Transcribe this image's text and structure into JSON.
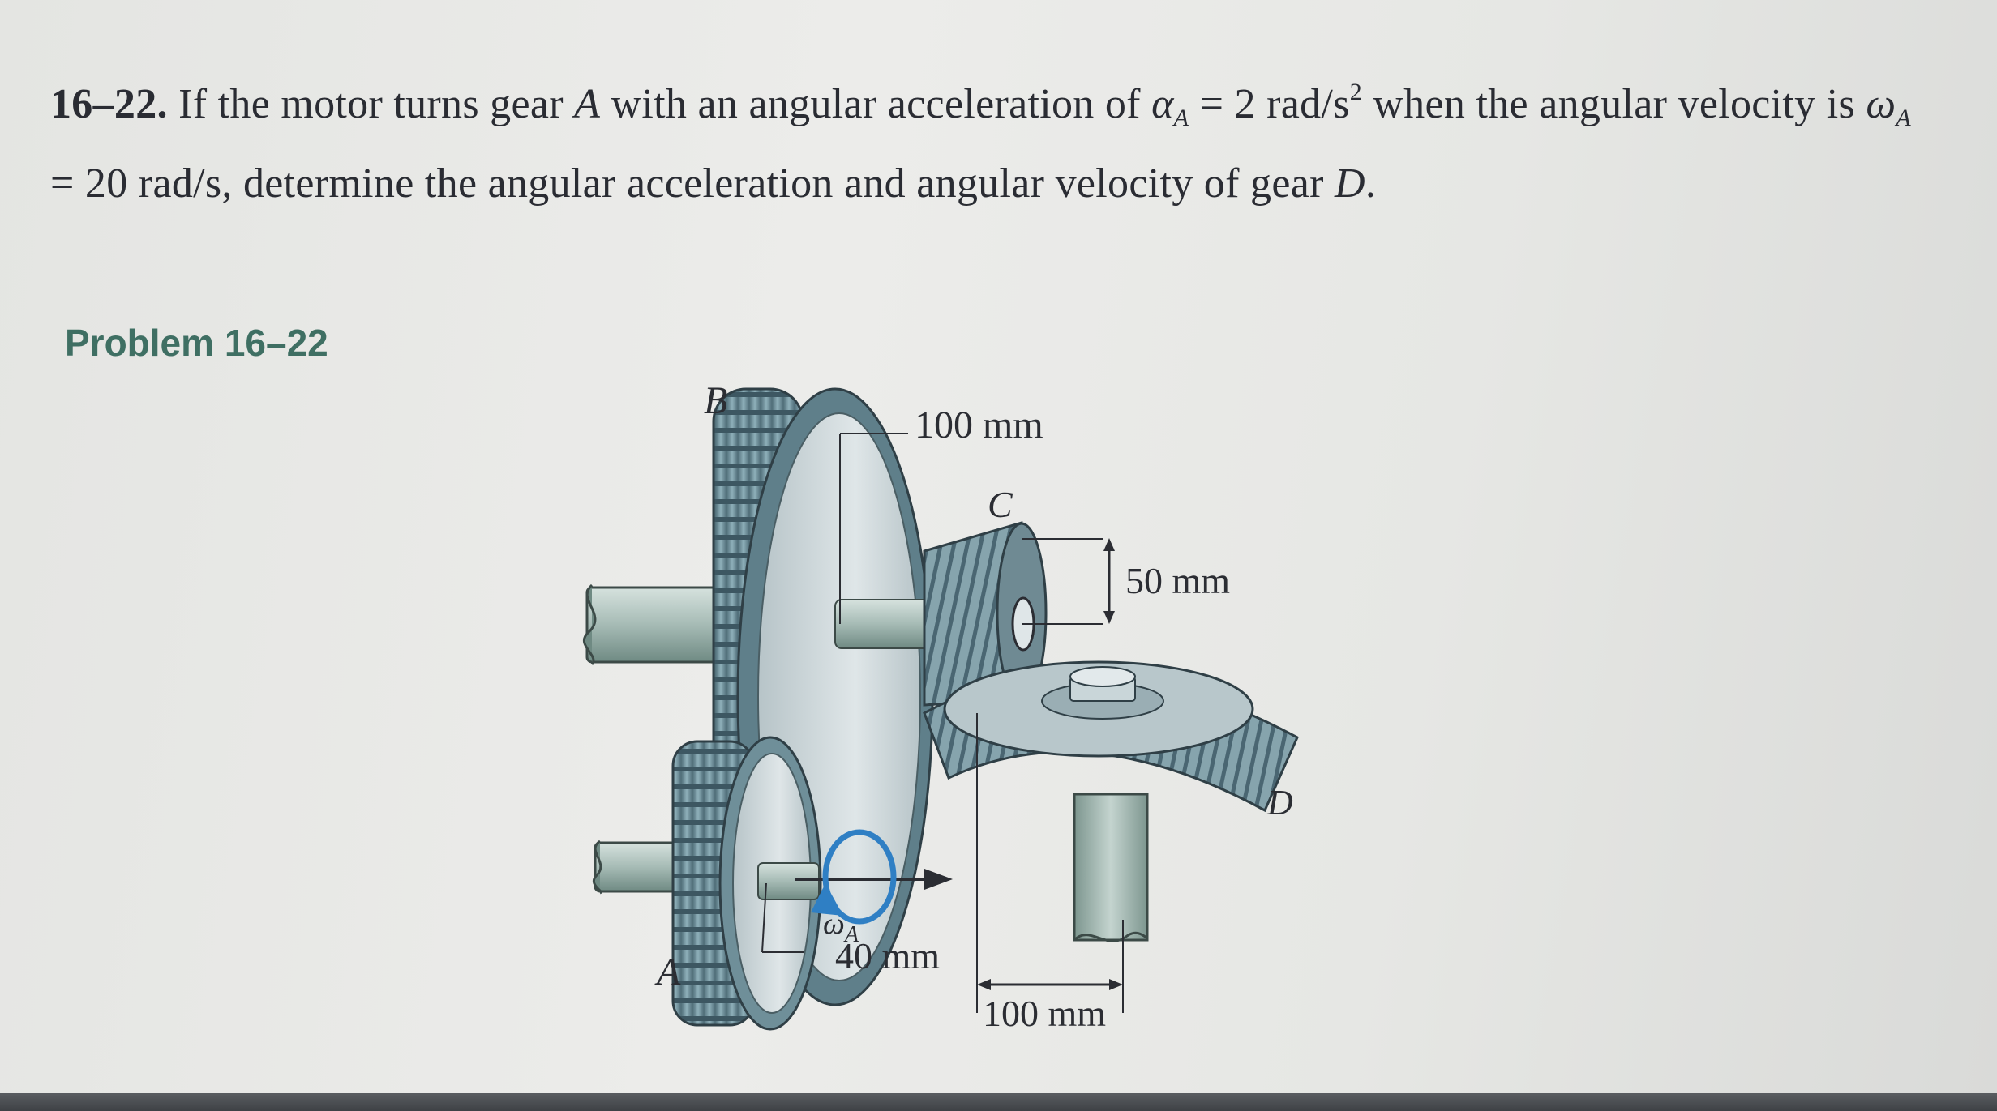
{
  "problem": {
    "number": "16–22.",
    "pre_alpha": " If the motor turns gear ",
    "gear_a": "A",
    "mid1": " with an angular acceleration of ",
    "alpha_symbol": "α",
    "alpha_sub": "A",
    "alpha_eq": " = 2 rad/s",
    "alpha_exp": "2",
    "mid2": " when the angular velocity is ",
    "omega_symbol": "ω",
    "omega_sub": "A",
    "omega_eq": " = 20 rad/s",
    "end": ", determine the angular acceleration and angular velocity of gear ",
    "gear_d": "D",
    "period": "."
  },
  "caption": "Problem 16–22",
  "figure": {
    "label_b": "B",
    "label_c": "C",
    "label_d": "D",
    "label_a": "A",
    "dim_b_radius": "100 mm",
    "dim_c_radius": "50 mm",
    "dim_a_radius": "40 mm",
    "dim_d_radius": "100 mm",
    "omega_label": "ω",
    "omega_sub": "A"
  },
  "colors": {
    "caption": "#3f6f63",
    "gear_teeth": "#6f8f99",
    "gear_face": "#c9d3d6",
    "shaft": "#a9bdb8",
    "arrow": "#2f7fc4"
  }
}
